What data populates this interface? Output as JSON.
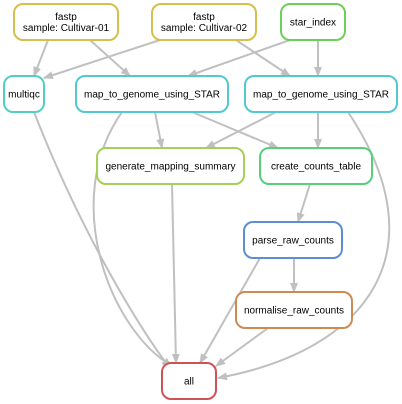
{
  "diagram": {
    "type": "workflow-dag",
    "nodes": [
      {
        "id": "fastp_1",
        "lines": [
          "fastp",
          "sample: Cultivar-01"
        ],
        "color": "#d4c04a"
      },
      {
        "id": "fastp_2",
        "lines": [
          "fastp",
          "sample: Cultivar-02"
        ],
        "color": "#d4c04a"
      },
      {
        "id": "star_index",
        "lines": [
          "star_index"
        ],
        "color": "#6ccf57"
      },
      {
        "id": "multiqc",
        "lines": [
          "multiqc"
        ],
        "color": "#52cfc3"
      },
      {
        "id": "map_1",
        "lines": [
          "map_to_genome_using_STAR"
        ],
        "color": "#52c8d1"
      },
      {
        "id": "map_2",
        "lines": [
          "map_to_genome_using_STAR"
        ],
        "color": "#52c8d1"
      },
      {
        "id": "gen_summary",
        "lines": [
          "generate_mapping_summary"
        ],
        "color": "#a6cf57"
      },
      {
        "id": "counts_table",
        "lines": [
          "create_counts_table"
        ],
        "color": "#57cf7d"
      },
      {
        "id": "parse_counts",
        "lines": [
          "parse_raw_counts"
        ],
        "color": "#5b8fcf"
      },
      {
        "id": "normalise",
        "lines": [
          "normalise_raw_counts"
        ],
        "color": "#cf8a52"
      },
      {
        "id": "all",
        "lines": [
          "all"
        ],
        "color": "#cf5257"
      }
    ],
    "edges": [
      {
        "from": "fastp_1",
        "to": "multiqc"
      },
      {
        "from": "fastp_1",
        "to": "map_1"
      },
      {
        "from": "fastp_2",
        "to": "multiqc"
      },
      {
        "from": "fastp_2",
        "to": "map_2"
      },
      {
        "from": "star_index",
        "to": "map_1"
      },
      {
        "from": "star_index",
        "to": "map_2"
      },
      {
        "from": "multiqc",
        "to": "all"
      },
      {
        "from": "map_1",
        "to": "gen_summary"
      },
      {
        "from": "map_1",
        "to": "counts_table"
      },
      {
        "from": "map_1",
        "to": "all"
      },
      {
        "from": "map_2",
        "to": "gen_summary"
      },
      {
        "from": "map_2",
        "to": "counts_table"
      },
      {
        "from": "map_2",
        "to": "all"
      },
      {
        "from": "gen_summary",
        "to": "all"
      },
      {
        "from": "counts_table",
        "to": "parse_counts"
      },
      {
        "from": "parse_counts",
        "to": "normalise"
      },
      {
        "from": "parse_counts",
        "to": "all"
      },
      {
        "from": "normalise",
        "to": "all"
      }
    ],
    "edge_color": "#c0c0c0"
  }
}
